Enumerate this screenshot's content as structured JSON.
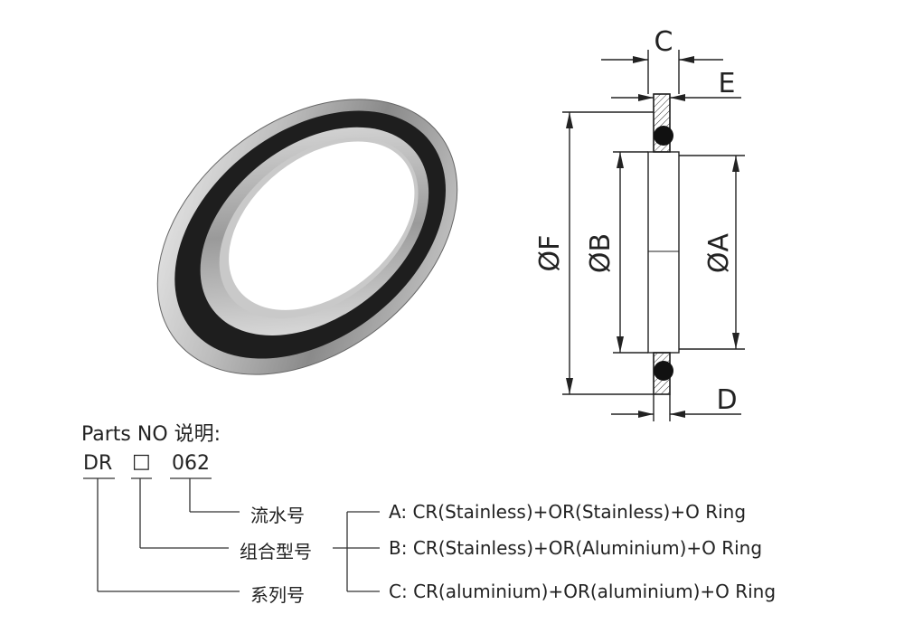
{
  "dimensions": {
    "C": "C",
    "E": "E",
    "D": "D",
    "F": "ØF",
    "B": "ØB",
    "A": "ØA"
  },
  "parts": {
    "heading": "Parts NO 说明:",
    "code_prefix": "DR",
    "code_box": "□",
    "code_number": "062",
    "label_serial": "流水号",
    "label_combination": "组合型号",
    "label_series": "系列号",
    "options": [
      {
        "key": "A:",
        "text": "CR(Stainless)+OR(Stainless)+O Ring"
      },
      {
        "key": "B:",
        "text": "CR(Stainless)+OR(Aluminium)+O Ring"
      },
      {
        "key": "C:",
        "text": "CR(aluminium)+OR(aluminium)+O Ring"
      }
    ]
  }
}
